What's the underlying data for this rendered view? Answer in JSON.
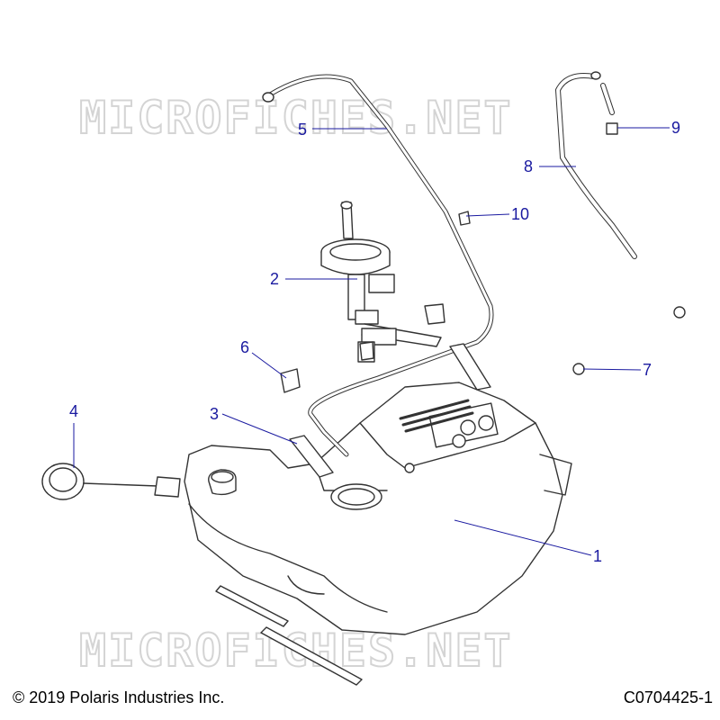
{
  "watermark": {
    "text": "MICROFICHES.NET"
  },
  "callouts": [
    {
      "id": "1",
      "label": "1"
    },
    {
      "id": "2",
      "label": "2"
    },
    {
      "id": "3",
      "label": "3"
    },
    {
      "id": "4",
      "label": "4"
    },
    {
      "id": "5",
      "label": "5"
    },
    {
      "id": "6",
      "label": "6"
    },
    {
      "id": "7",
      "label": "7"
    },
    {
      "id": "8",
      "label": "8"
    },
    {
      "id": "9",
      "label": "9"
    },
    {
      "id": "10",
      "label": "10"
    }
  ],
  "footer": {
    "copyright": "© 2019 Polaris Industries Inc.",
    "diagram_code": "C0704425-1"
  },
  "colors": {
    "callout": "#1a1aa0",
    "line_art": "#333333",
    "watermark": "#d4d4d4"
  }
}
